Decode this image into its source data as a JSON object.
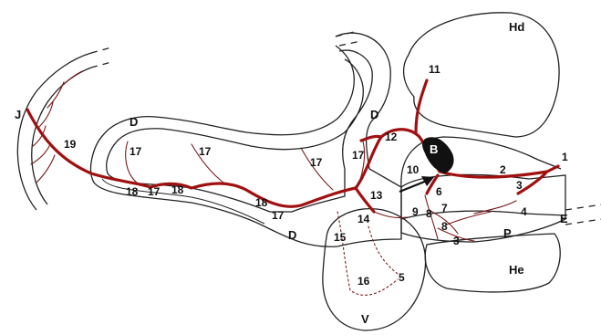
{
  "colors": {
    "vessel": "#a01010",
    "vessel_dark": "#7a1a1a",
    "outline": "#222222",
    "blob": "#111111"
  },
  "regions": {
    "hd": "Hd",
    "b": "B",
    "d_upper": "D",
    "d_upper_left": "D",
    "d_lower": "D",
    "j": "J",
    "p": "P",
    "e": "E",
    "he": "He",
    "v": "V"
  },
  "vessels": {
    "n1": "1",
    "n2": "2",
    "n3a": "3",
    "n3b": "3",
    "n4": "4",
    "n5": "5",
    "n6": "6",
    "n7": "7",
    "n8a": "8",
    "n8b": "8",
    "n9": "9",
    "n10": "10",
    "n11": "11",
    "n12": "12",
    "n13": "13",
    "n14": "14",
    "n15": "15",
    "n16": "16",
    "n17a": "17",
    "n17b": "17",
    "n17c": "17",
    "n17d": "17",
    "n17e": "17",
    "n17f": "17",
    "n18a": "18",
    "n18b": "18",
    "n18c": "18",
    "n19": "19"
  }
}
